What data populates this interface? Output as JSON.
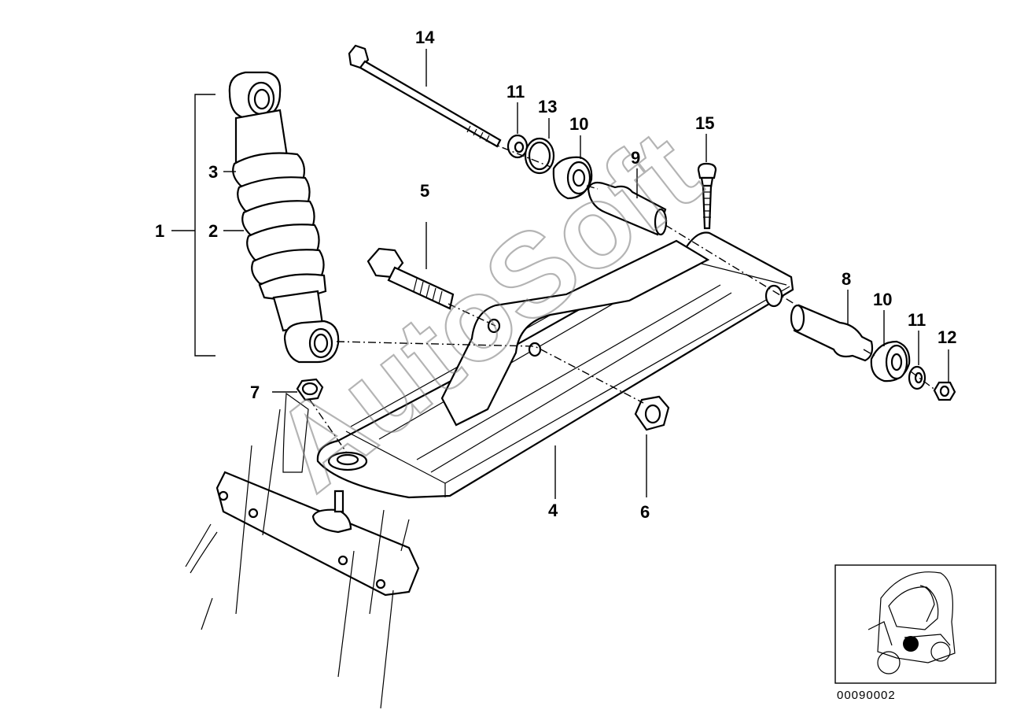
{
  "watermark": "AutoSoft",
  "part_number": "00090002",
  "callouts": [
    {
      "id": "c1",
      "label": "1"
    },
    {
      "id": "c2",
      "label": "2"
    },
    {
      "id": "c3",
      "label": "3"
    },
    {
      "id": "c4",
      "label": "4"
    },
    {
      "id": "c5",
      "label": "5"
    },
    {
      "id": "c6",
      "label": "6"
    },
    {
      "id": "c7",
      "label": "7"
    },
    {
      "id": "c8",
      "label": "8"
    },
    {
      "id": "c9",
      "label": "9"
    },
    {
      "id": "c10a",
      "label": "10"
    },
    {
      "id": "c10b",
      "label": "10"
    },
    {
      "id": "c11a",
      "label": "11"
    },
    {
      "id": "c11b",
      "label": "11"
    },
    {
      "id": "c12",
      "label": "12"
    },
    {
      "id": "c13",
      "label": "13"
    },
    {
      "id": "c14",
      "label": "14"
    },
    {
      "id": "c15",
      "label": "15"
    }
  ]
}
